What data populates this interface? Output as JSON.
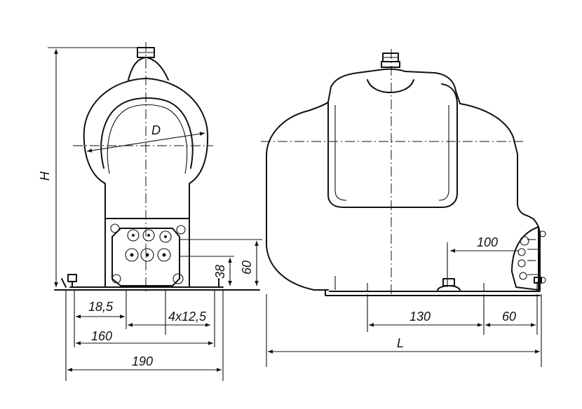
{
  "dimensions": {
    "H": "H",
    "D": "D",
    "d_18_5": "18,5",
    "d_4x12_5": "4x12,5",
    "d_160": "160",
    "d_190": "190",
    "d_38": "38",
    "d_60_front": "60",
    "d_100": "100",
    "d_130": "130",
    "d_60_side": "60",
    "L": "L"
  }
}
